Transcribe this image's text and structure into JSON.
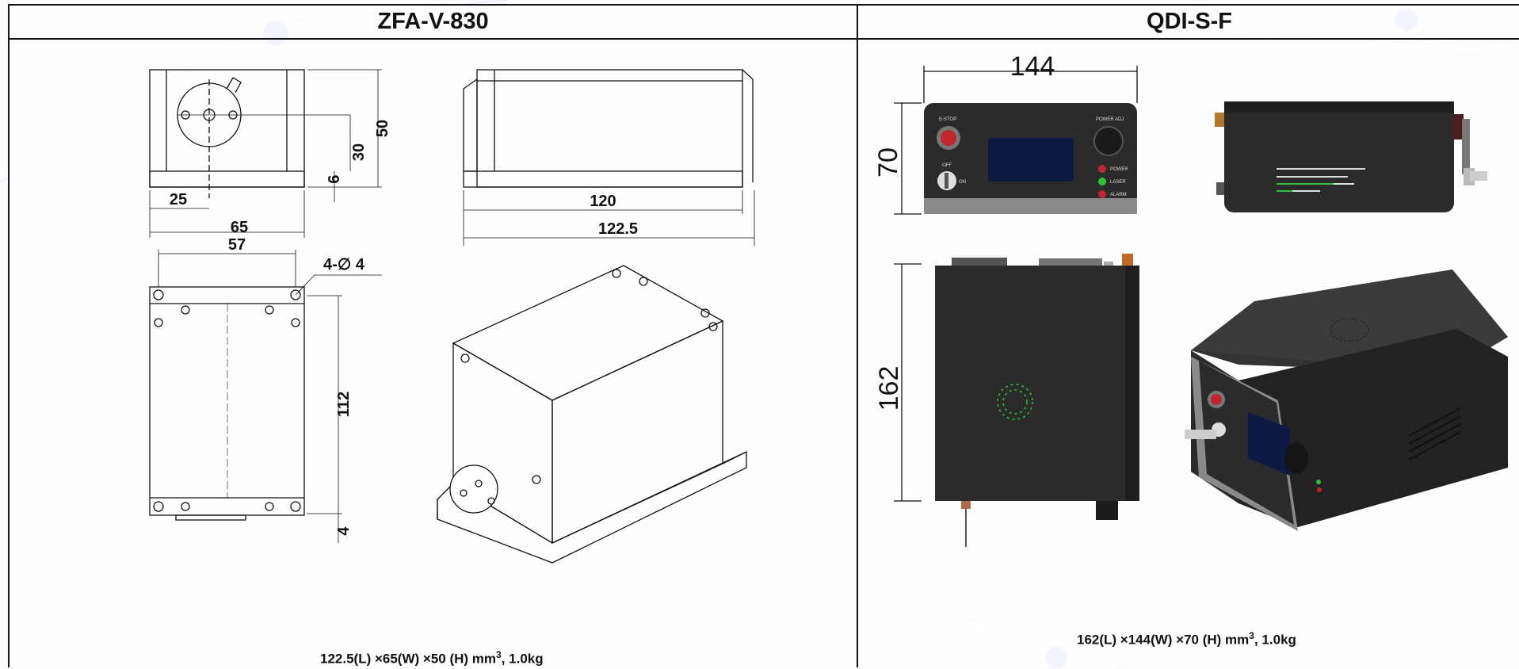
{
  "left": {
    "title": "ZFA-V-830",
    "front_view": {
      "dim_width": "65",
      "dim_center_x": "25",
      "dim_height": "50",
      "dim_center_y": "30",
      "dim_base": "6"
    },
    "side_view": {
      "dim_body": "120",
      "dim_total": "122.5"
    },
    "top_view": {
      "dim_hole_spacing": "57",
      "dim_holes": "4-∅ 4",
      "dim_length": "112",
      "dim_offset": "4"
    },
    "caption": {
      "main": "122.5(L) ×65(W) ×50 (H) mm",
      "sup": "3",
      "suffix": ", 1.0kg"
    }
  },
  "right": {
    "title": "QDI-S-F",
    "front_panel": {
      "dim_width": "144",
      "dim_height": "70",
      "labels": {
        "estop": "E-STOP",
        "power_adj": "POWER ADJ",
        "off": "OFF",
        "on": "ON",
        "power": "POWER",
        "laser": "LASER",
        "alarm": "ALARM"
      }
    },
    "top_view": {
      "dim_length": "162"
    },
    "caption": {
      "main": "162(L) ×144(W) ×70 (H) mm",
      "sup": "3",
      "suffix": ", 1.0kg"
    }
  },
  "colors": {
    "housing": "#2b2b2b",
    "housing_dark": "#1c1c1c",
    "display": "#0d1a44",
    "led_red": "#c0262d",
    "led_green": "#2fbf3a",
    "accent_circle": "#c9d4ff"
  }
}
